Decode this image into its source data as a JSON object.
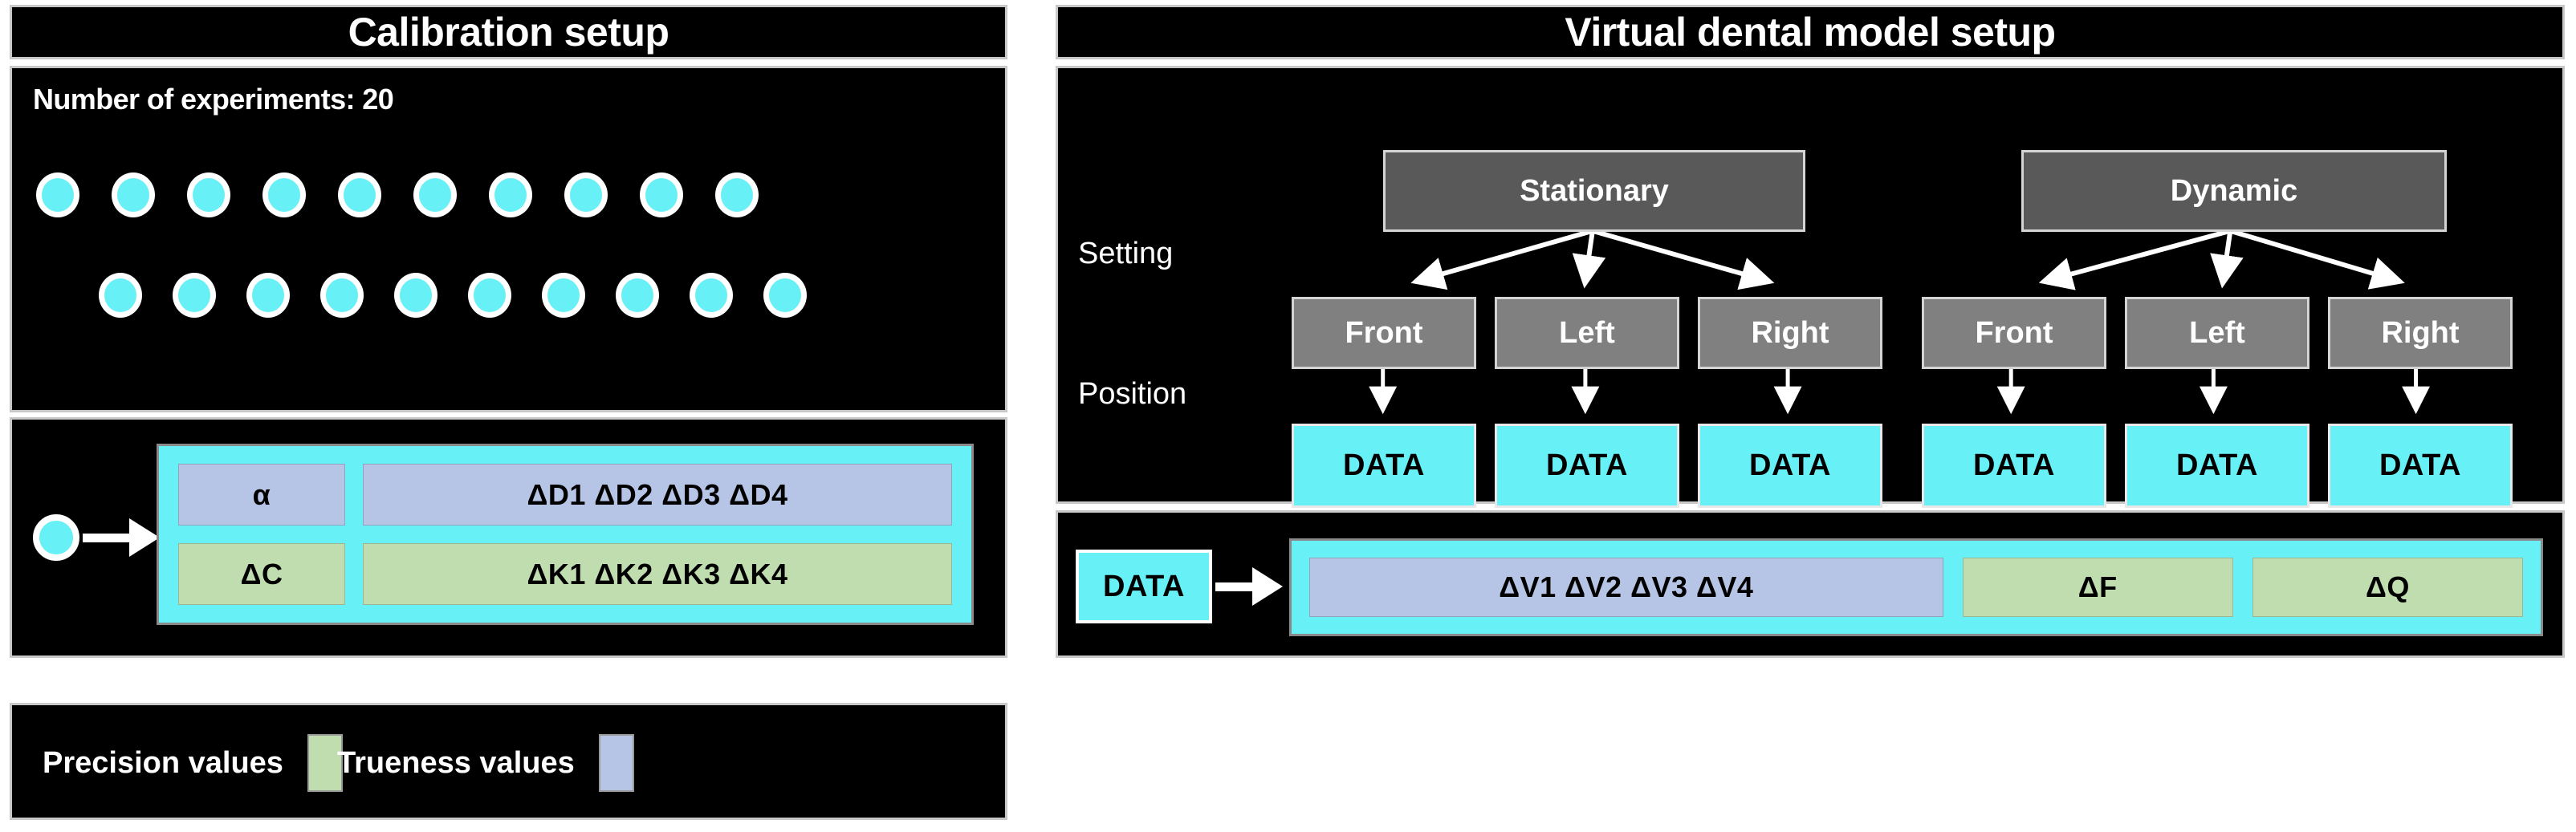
{
  "left": {
    "title": "Calibration setup",
    "experiments_label": "Number of experiments: 20",
    "experiment_count": 20,
    "dot_rows": [
      10,
      10
    ],
    "source_node": "calibration-dot",
    "table": {
      "rows": [
        {
          "kind": "trueness",
          "color": "#b6c4e5",
          "narrow": "α",
          "wide": "ΔD1 ΔD2 ΔD3 ΔD4"
        },
        {
          "kind": "precision",
          "color": "#c0ddb0",
          "narrow": "ΔC",
          "wide": "ΔK1 ΔK2 ΔK3 ΔK4"
        }
      ]
    }
  },
  "right": {
    "title": "Virtual dental model setup",
    "row_labels": {
      "setting": "Setting",
      "position": "Position"
    },
    "settings": [
      "Stationary",
      "Dynamic"
    ],
    "positions": [
      "Front",
      "Left",
      "Right",
      "Front",
      "Left",
      "Right"
    ],
    "data_boxes": [
      "DATA",
      "DATA",
      "DATA",
      "DATA",
      "DATA",
      "DATA"
    ],
    "table": {
      "source_label": "DATA",
      "cells": [
        {
          "kind": "trueness",
          "color": "#b6c4e5",
          "label": "ΔV1  ΔV2  ΔV3  ΔV4"
        },
        {
          "kind": "precision",
          "color": "#c0ddb0",
          "label": "ΔF"
        },
        {
          "kind": "precision",
          "color": "#c0ddb0",
          "label": "ΔQ"
        }
      ]
    }
  },
  "legend": {
    "items": [
      {
        "label": "Precision values",
        "color": "#c0ddb0"
      },
      {
        "label": "Trueness values",
        "color": "#b6c4e5"
      }
    ]
  },
  "colors": {
    "background": "#000000",
    "panel_border": "#c8c8c8",
    "cyan": "#67f0f5",
    "trueness_blue": "#b6c4e5",
    "precision_green": "#c0ddb0",
    "setting_gray": "#595959",
    "position_gray": "#808080",
    "text_light": "#ffffff",
    "text_dark": "#000000"
  }
}
